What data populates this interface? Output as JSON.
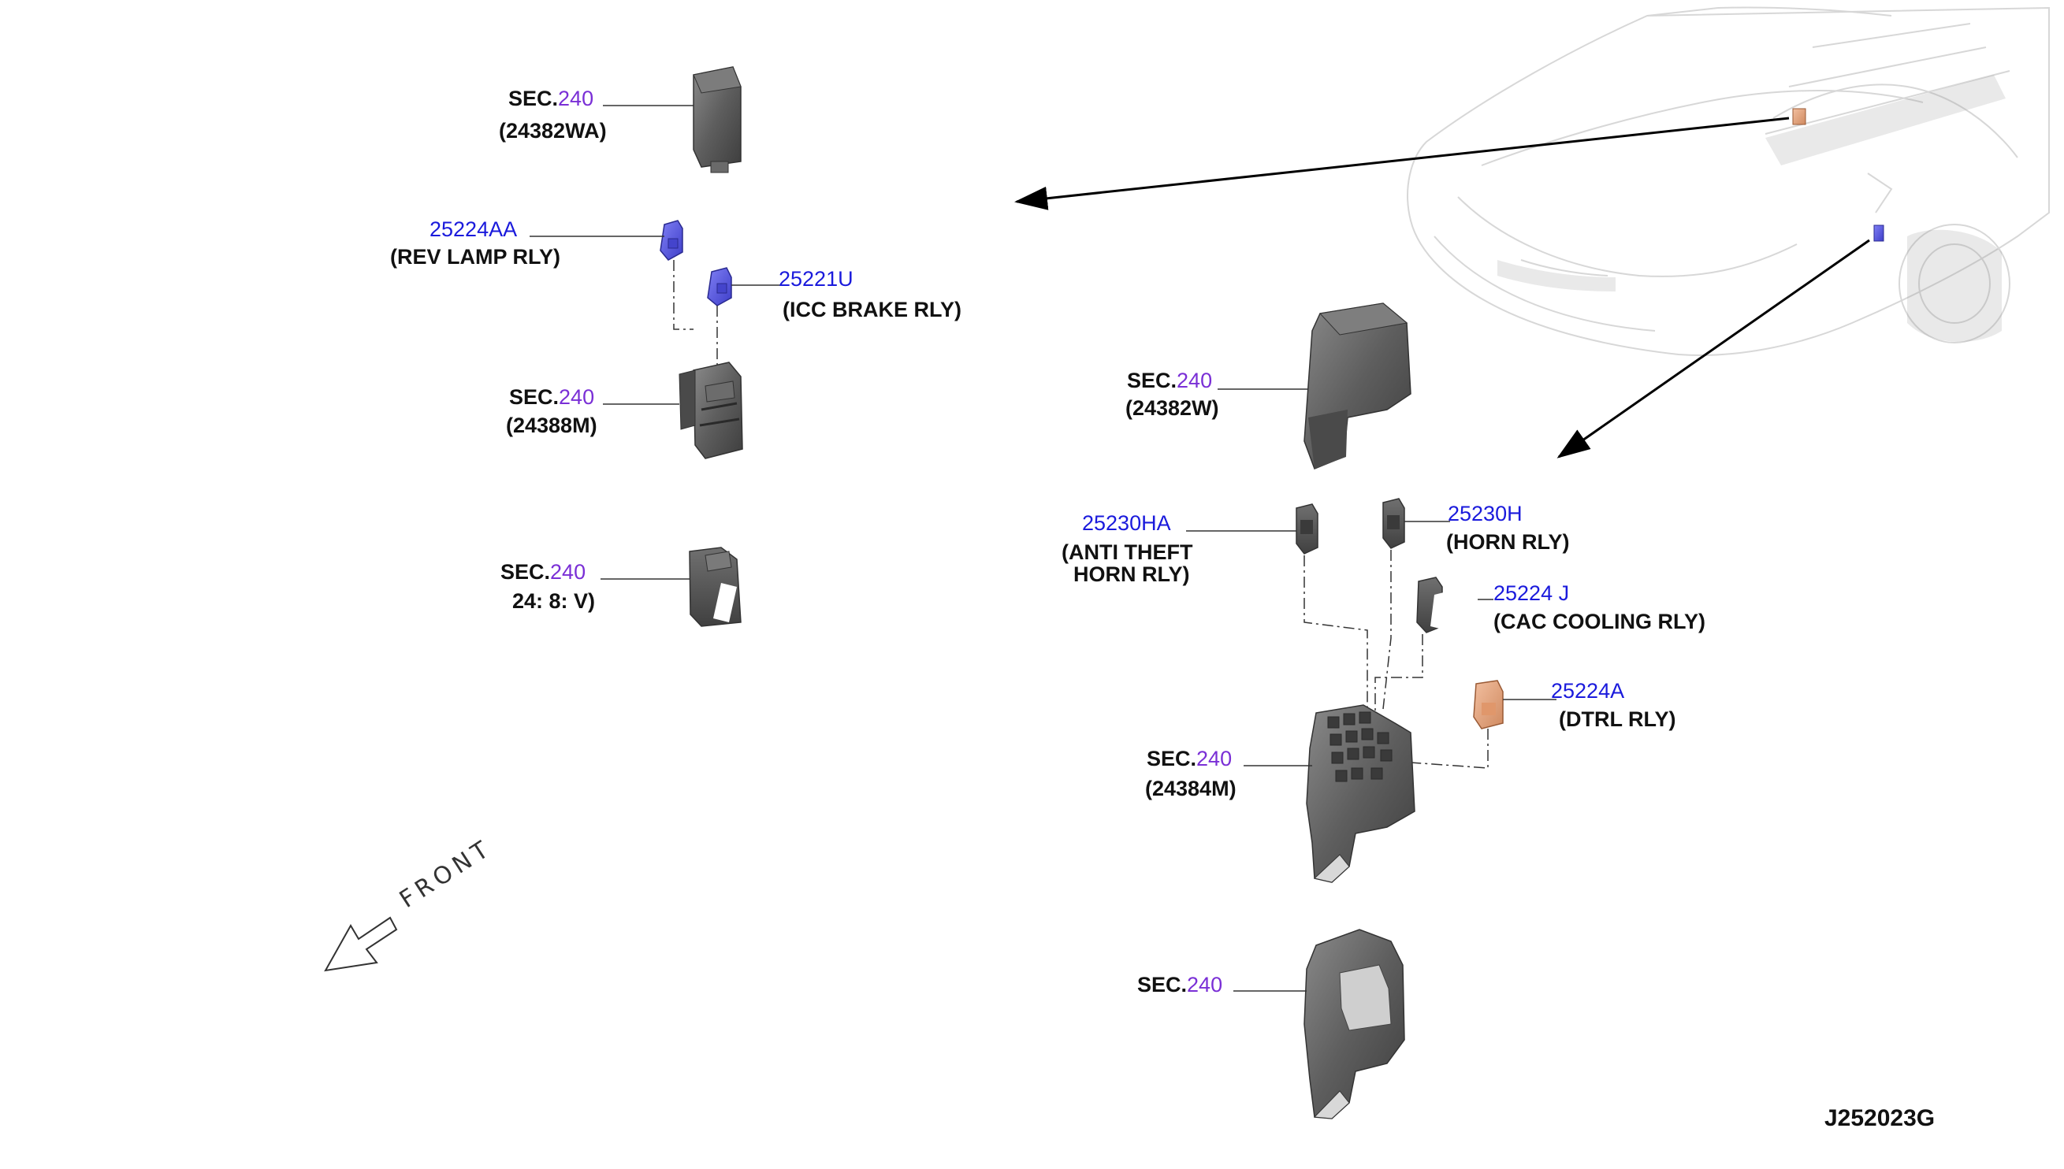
{
  "sec_prefix": "SEC.",
  "sec_number": "240",
  "callouts": {
    "relay_24382wa": {
      "part": "(24382WA)"
    },
    "rev_lamp_rly": {
      "part": "25224AA",
      "desc": "(REV LAMP RLY)"
    },
    "icc_brake_rly": {
      "part": "25221U",
      "desc": "(ICC BRAKE RLY)"
    },
    "box_24388m": {
      "part": "(24388M)"
    },
    "box_2438_v": {
      "part": "24: 8: V)"
    },
    "cover_24382w": {
      "part": "(24382W)"
    },
    "anti_theft_rly": {
      "part": "25230HA",
      "desc_line1": "(ANTI THEFT",
      "desc_line2": "HORN RLY)"
    },
    "horn_rly": {
      "part": "25230H",
      "desc": "(HORN RLY)"
    },
    "cac_cooling_rly": {
      "part": "25224 J",
      "desc": "(CAC COOLING RLY)"
    },
    "dtrl_rly": {
      "part": "25224A",
      "desc": "(DTRL RLY)"
    },
    "box_24384m": {
      "part": "(24384M)"
    },
    "lower_box": {}
  },
  "front_label": "FRONT",
  "figure_id": "J252023G",
  "colors": {
    "relay_blue": "#5a5ae6",
    "relay_orange": "#e8a882",
    "part_gray": "#5a5a5a",
    "part_number_blue": "#1a1adc",
    "sec_number_purple": "#7a2fd6"
  }
}
